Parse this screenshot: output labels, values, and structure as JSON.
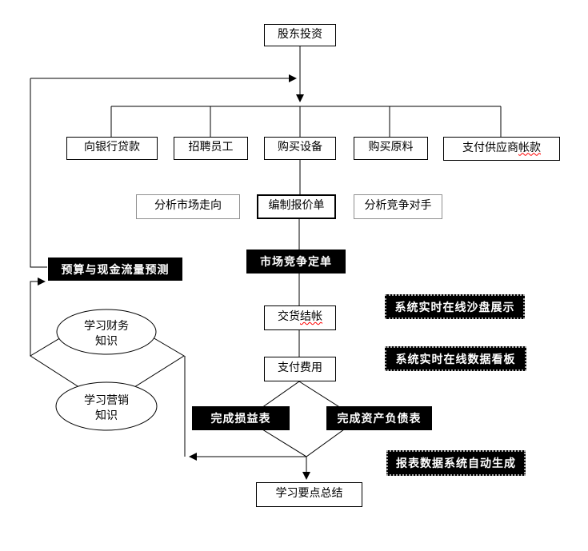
{
  "nodes": {
    "shareholder_investment": "股东投资",
    "bank_loan": "向银行贷款",
    "recruit_staff": "招聘员工",
    "buy_equipment": "购买设备",
    "buy_materials": "购买原料",
    "pay_supplier_main": "支付供应商",
    "pay_supplier_wavy": "帐款",
    "analyze_market_trend": "分析市场走向",
    "prepare_quotation": "编制报价单",
    "analyze_competitors": "分析竞争对手",
    "budget_cashflow_forecast": "预算与现金流量预测",
    "market_competition_order": "市场竞争定单",
    "delivery_main": "交货",
    "delivery_wavy": "结帐",
    "pay_expenses": "支付费用",
    "online_sandbox_display": "系统实时在线沙盘展示",
    "online_data_dashboard": "系统实时在线数据看板",
    "complete_income_statement": "完成损益表",
    "complete_balance_sheet": "完成资产负债表",
    "report_auto_generated": "报表数据系统自动生成",
    "learning_summary": "学习要点总结",
    "learn_finance_line1": "学习财务",
    "learn_finance_line2": "知识",
    "learn_marketing_line1": "学习营销",
    "learn_marketing_line2": "知识"
  },
  "colors": {
    "line": "#000000",
    "gray_border": "#909090",
    "black_fill": "#000000",
    "white_text": "#ffffff",
    "wavy_underline": "#ff0000",
    "background": "#ffffff"
  }
}
